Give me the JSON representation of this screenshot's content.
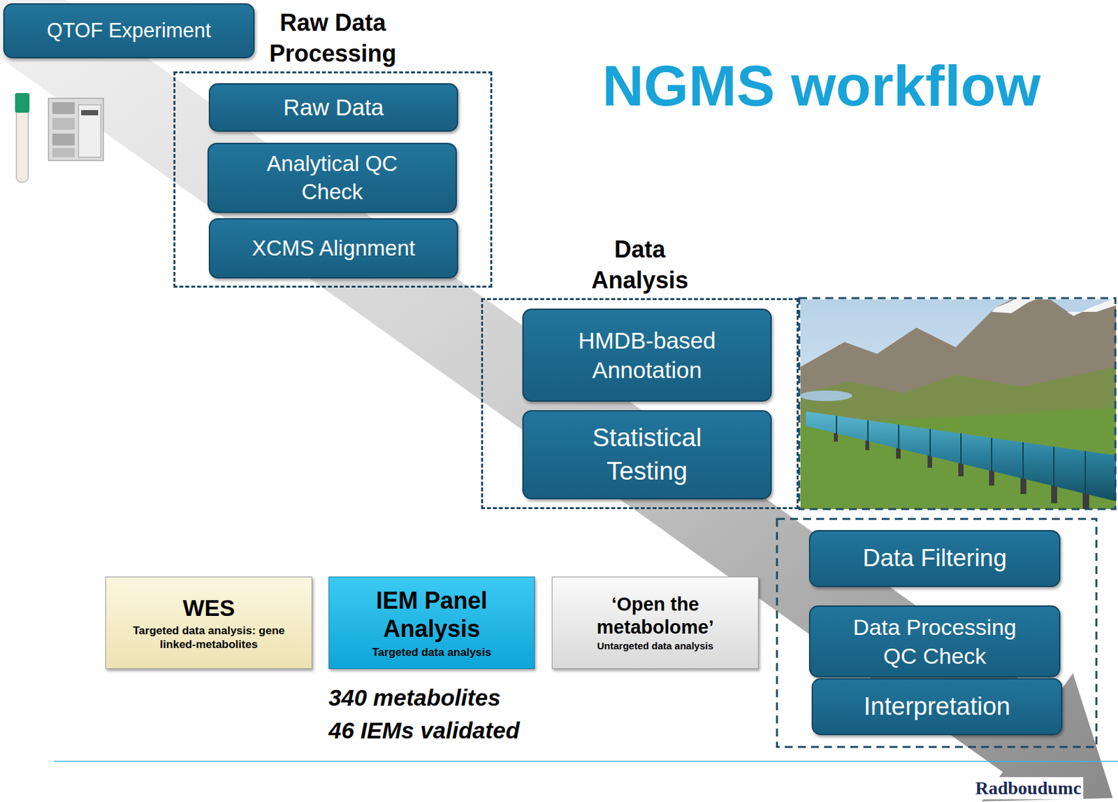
{
  "diagram": {
    "title": "NGMS workflow",
    "nodes": [
      {
        "text": [
          "QTOF Experiment"
        ]
      },
      {
        "text": [
          "Raw Data Processing"
        ]
      },
      {
        "text": [
          "Raw Data"
        ],
        "in": 1
      },
      {
        "text": [
          "Analytical QC Check"
        ],
        "in": 1
      },
      {
        "text": [
          "XCMS Alignment"
        ],
        "in": 1
      },
      {
        "text": [
          "Data Analysis"
        ]
      },
      {
        "text": [
          "HMDB-based Annotation"
        ],
        "in": 5
      },
      {
        "text": [
          "Statistical Testing"
        ],
        "in": 5
      },
      {
        "text": [
          "Data Filtering"
        ]
      },
      {
        "text": [
          "Data Processing QC Check"
        ]
      },
      {
        "text": [
          "Interpretation"
        ]
      },
      {
        "text": [
          "WES",
          "Targeted data analysis: gene linked-metabolites"
        ]
      },
      {
        "text": [
          "IEM Panel Analysis",
          "Targeted data analysis"
        ]
      },
      {
        "text": [
          "‘Open the metabolome’",
          "Untargeted data analysis"
        ]
      }
    ],
    "labels": [
      "340 metabolites",
      "46 IEMs validated",
      "Radboudumc"
    ]
  }
}
